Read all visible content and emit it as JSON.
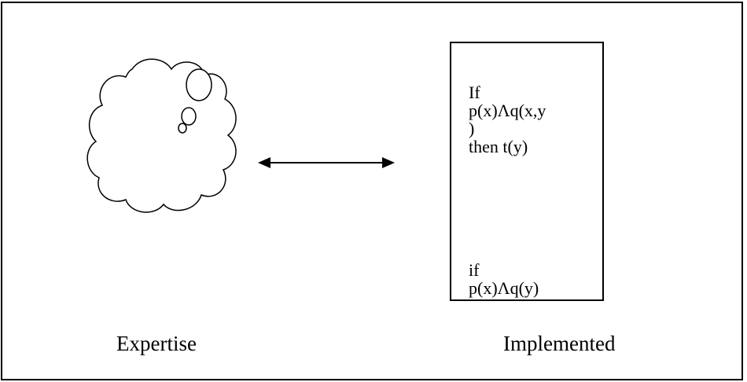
{
  "rule_box": {
    "rule_1": "If\np(x)Λq(x,y\n)\nthen t(y)",
    "rule_2": "if\np(x)Λq(y)"
  },
  "captions": {
    "left": "Expertise",
    "right": "Implemented"
  },
  "icons": {
    "cloud": "thought-cloud-icon",
    "arrow": "double-headed-arrow-icon"
  }
}
